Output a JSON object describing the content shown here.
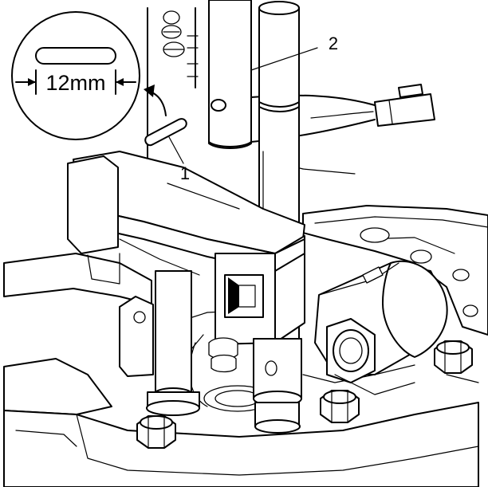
{
  "callouts": {
    "one": "1",
    "two": "2"
  },
  "detail_inset": {
    "dimension": "12mm"
  }
}
